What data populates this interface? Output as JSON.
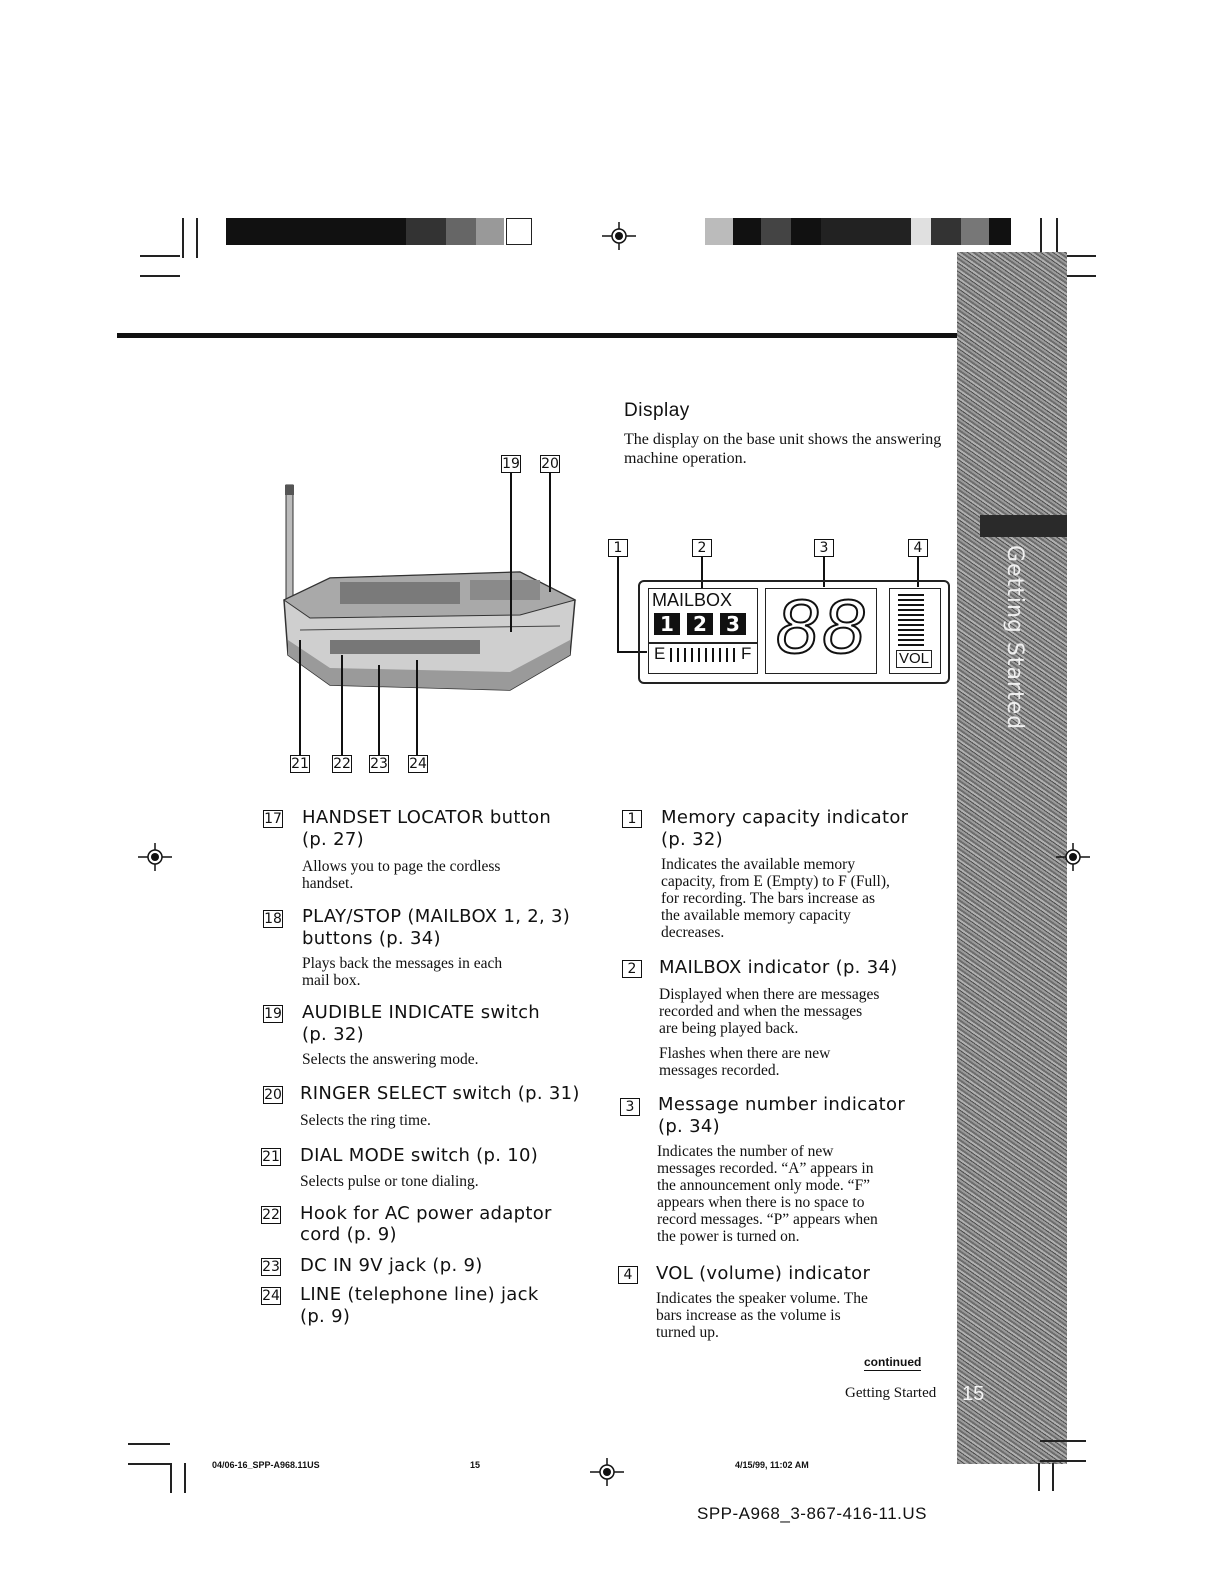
{
  "page": {
    "section_heading": "Display",
    "section_intro": "The display on the base unit shows the answering machine operation.",
    "sidebar_label": "Getting Started",
    "continued_label": "continued",
    "footer_section": "Getting Started",
    "page_number": "15",
    "print_footer_left": "04/06-16_SPP-A968.11US",
    "print_footer_page": "15",
    "print_footer_date": "4/15/99, 11:02 AM",
    "doc_id": "SPP-A968_3-867-416-11.US"
  },
  "figure_left": {
    "callouts_top": [
      "19",
      "20"
    ],
    "callouts_bottom": [
      "21",
      "22",
      "23",
      "24"
    ]
  },
  "figure_display": {
    "callouts": [
      "1",
      "2",
      "3",
      "4"
    ],
    "mailbox_label": "MAILBOX",
    "mailbox_numbers": [
      "1",
      "2",
      "3"
    ],
    "capacity_left": "E",
    "capacity_right": "F",
    "digits": "88",
    "vol_label": "VOL"
  },
  "left_items": [
    {
      "num": "17",
      "title": "HANDSET LOCATOR button",
      "title2": "(p. 27)",
      "desc": [
        "Allows you to page the cordless",
        "handset."
      ]
    },
    {
      "num": "18",
      "title": "PLAY/STOP (MAILBOX 1, 2, 3)",
      "title2": "buttons (p. 34)",
      "desc": [
        "Plays back the messages in each",
        "mail box."
      ]
    },
    {
      "num": "19",
      "title": "AUDIBLE INDICATE switch",
      "title2": "(p. 32)",
      "desc": [
        "Selects the answering mode."
      ]
    },
    {
      "num": "20",
      "title": "RINGER SELECT switch (p. 31)",
      "title2": "",
      "desc": [
        "Selects the ring time."
      ]
    },
    {
      "num": "21",
      "title": "DIAL MODE switch (p. 10)",
      "title2": "",
      "desc": [
        "Selects pulse or tone dialing."
      ]
    },
    {
      "num": "22",
      "title": "Hook for AC power adaptor",
      "title2": "cord (p. 9)",
      "desc": []
    },
    {
      "num": "23",
      "title": "DC IN 9V jack (p. 9)",
      "title2": "",
      "desc": []
    },
    {
      "num": "24",
      "title": "LINE (telephone line) jack",
      "title2": "(p. 9)",
      "desc": []
    }
  ],
  "right_items": [
    {
      "num": "1",
      "title": "Memory capacity indicator",
      "title2": "(p. 32)",
      "desc": [
        "Indicates the available memory",
        "capacity, from E (Empty) to F (Full),",
        "for recording.  The bars increase as",
        "the available memory capacity",
        "decreases."
      ]
    },
    {
      "num": "2",
      "title": "MAILBOX indicator (p. 34)",
      "title2": "",
      "desc": [
        "Displayed when there are messages",
        "recorded and when the messages",
        "are being played back."
      ],
      "desc2": [
        "Flashes when there are new",
        "messages recorded."
      ]
    },
    {
      "num": "3",
      "title": "Message number indicator",
      "title2": "(p. 34)",
      "desc": [
        "Indicates the number of new",
        "messages recorded.  “A” appears in",
        "the announcement only mode.  “F”",
        "appears when there is no space to",
        "record messages. “P” appears when",
        "the power is turned on."
      ]
    },
    {
      "num": "4",
      "title": "VOL (volume) indicator",
      "title2": "",
      "desc": [
        "Indicates the speaker volume.  The",
        "bars increase as the volume is",
        "turned up."
      ]
    }
  ]
}
